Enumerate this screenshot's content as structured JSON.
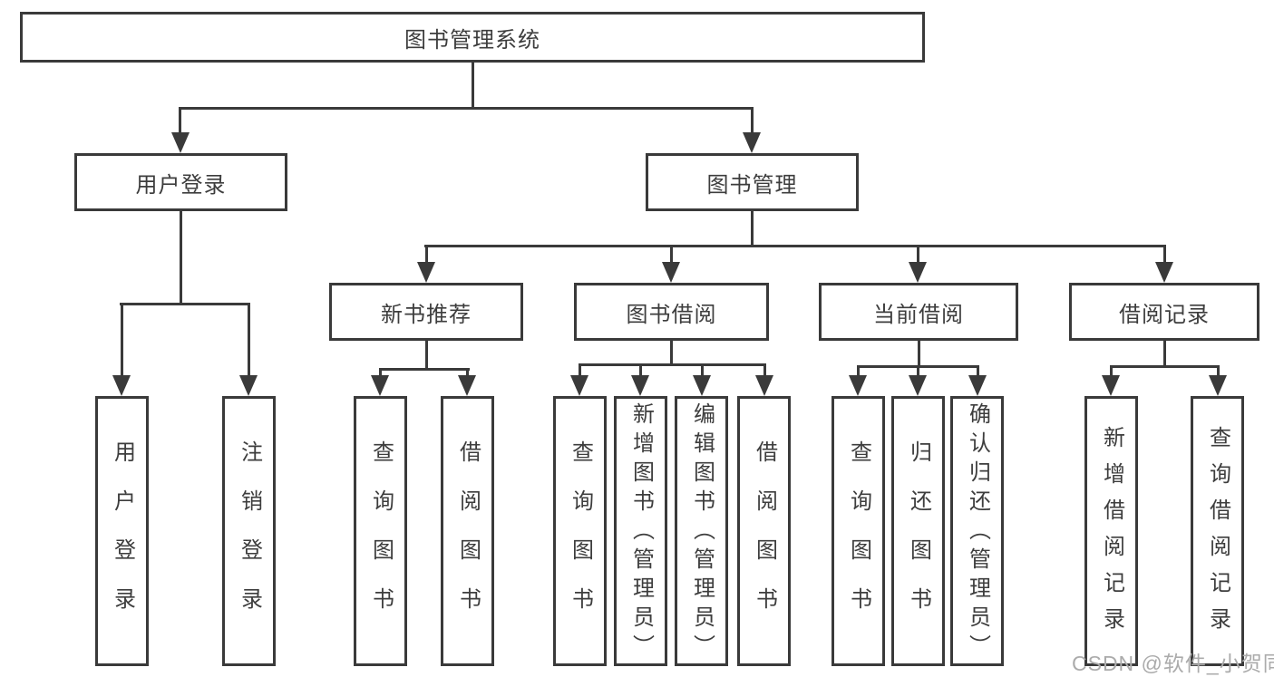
{
  "diagram": {
    "root": {
      "label": "图书管理系统"
    },
    "branches": [
      {
        "label": "用户登录",
        "children": [
          {
            "label": "用户登录"
          },
          {
            "label": "注销登录"
          }
        ]
      },
      {
        "label": "图书管理",
        "children": [
          {
            "label": "新书推荐",
            "children": [
              {
                "label": "查询图书"
              },
              {
                "label": "借阅图书"
              }
            ]
          },
          {
            "label": "图书借阅",
            "children": [
              {
                "label": "查询图书"
              },
              {
                "label": "新增图书（管理员）"
              },
              {
                "label": "编辑图书（管理员）"
              },
              {
                "label": "借阅图书"
              }
            ]
          },
          {
            "label": "当前借阅",
            "children": [
              {
                "label": "查询图书"
              },
              {
                "label": "归还图书"
              },
              {
                "label": "确认归还（管理员）"
              }
            ]
          },
          {
            "label": "借阅记录",
            "children": [
              {
                "label": "新增借阅记录"
              },
              {
                "label": "查询借阅记录"
              }
            ]
          }
        ]
      }
    ]
  },
  "watermark": {
    "text": "CSDN @软件_小贺同学"
  },
  "colors": {
    "line": "#3a3a3a",
    "text": "#3d3d3d",
    "box_background": "#ffffff",
    "page_background": "#ffffff",
    "watermark": "#ababab"
  }
}
